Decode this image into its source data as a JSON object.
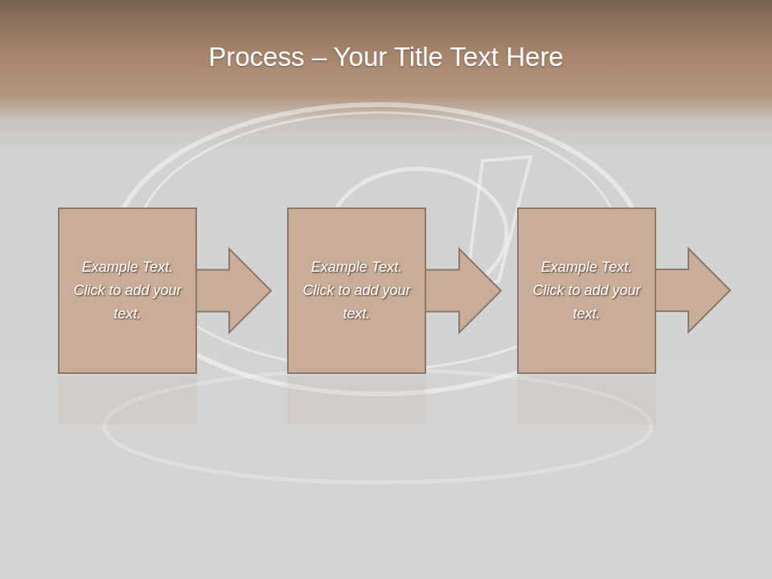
{
  "diagram": {
    "title": "Process – Your Title Text Here",
    "nodes": [
      {
        "text": [
          "Example Text. Click to add your text."
        ]
      },
      {
        "text": [
          "Example Text. Click to add your text."
        ]
      },
      {
        "text": [
          "Example Text. Click to add your text."
        ]
      }
    ],
    "edges": [
      {
        "from": 0,
        "to": 1,
        "arrow": "to"
      },
      {
        "from": 1,
        "to": 2,
        "arrow": "to"
      }
    ]
  }
}
